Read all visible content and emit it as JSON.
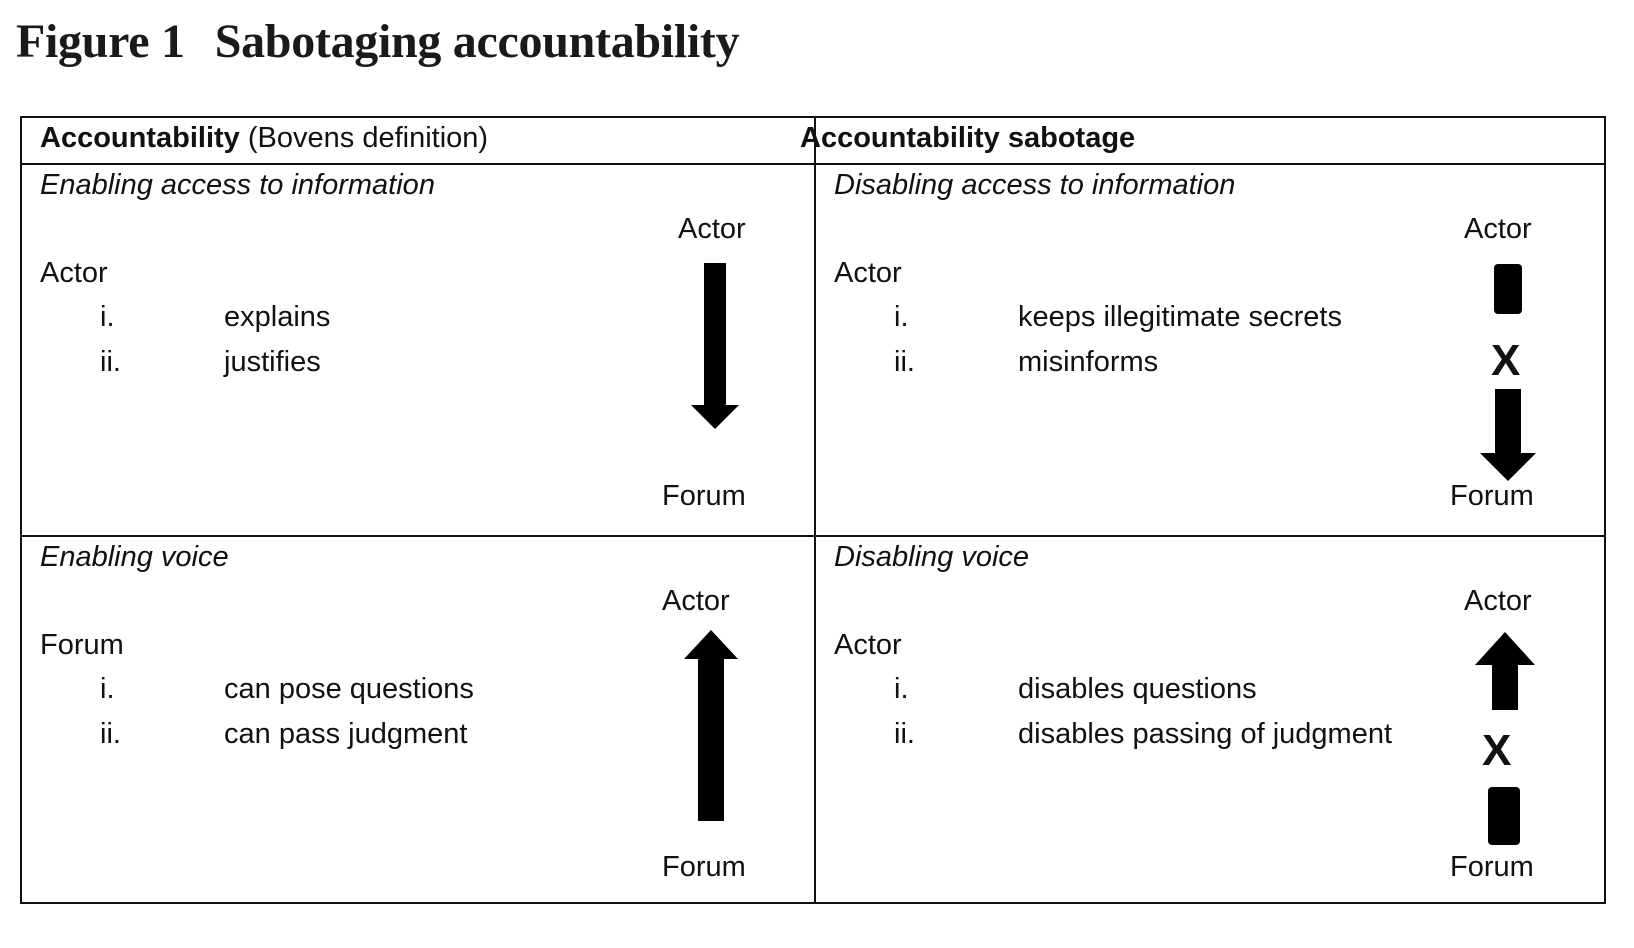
{
  "figure": {
    "label": "Figure 1",
    "number": "1",
    "title": "Sabotaging accountability"
  },
  "table": {
    "headers": {
      "left": {
        "bold": "Accountability",
        "normal": "(Bovens definition)"
      },
      "right": {
        "bold": "Accountability sabotage",
        "normal": ""
      }
    },
    "cells": [
      {
        "position": "top-left",
        "title": "Enabling access to information",
        "subject": "Actor",
        "items": [
          {
            "num": "i.",
            "text": "explains"
          },
          {
            "num": "ii.",
            "text": "justifies"
          }
        ],
        "diagram": {
          "top_label": "Actor",
          "bottom_label": "Forum",
          "arrow": "down",
          "blocked": false
        }
      },
      {
        "position": "top-right",
        "title": "Disabling access to information",
        "subject": "Actor",
        "items": [
          {
            "num": "i.",
            "text": "keeps illegitimate secrets"
          },
          {
            "num": "ii.",
            "text": "misinforms"
          }
        ],
        "diagram": {
          "top_label": "Actor",
          "bottom_label": "Forum",
          "arrow": "down",
          "blocked": true,
          "block_mark": "X"
        }
      },
      {
        "position": "bottom-left",
        "title": "Enabling voice",
        "subject": "Forum",
        "items": [
          {
            "num": "i.",
            "text": "can pose questions"
          },
          {
            "num": "ii.",
            "text": "can pass judgment"
          }
        ],
        "diagram": {
          "top_label": "Actor",
          "bottom_label": "Forum",
          "arrow": "up",
          "blocked": false
        }
      },
      {
        "position": "bottom-right",
        "title": "Disabling voice",
        "subject": "Actor",
        "items": [
          {
            "num": "i.",
            "text": "disables questions"
          },
          {
            "num": "ii.",
            "text": "disables passing of judgment"
          }
        ],
        "diagram": {
          "top_label": "Actor",
          "bottom_label": "Forum",
          "arrow": "up",
          "blocked": true,
          "block_mark": "X"
        }
      }
    ]
  },
  "colors": {
    "ink": "#111111",
    "background": "#ffffff"
  }
}
